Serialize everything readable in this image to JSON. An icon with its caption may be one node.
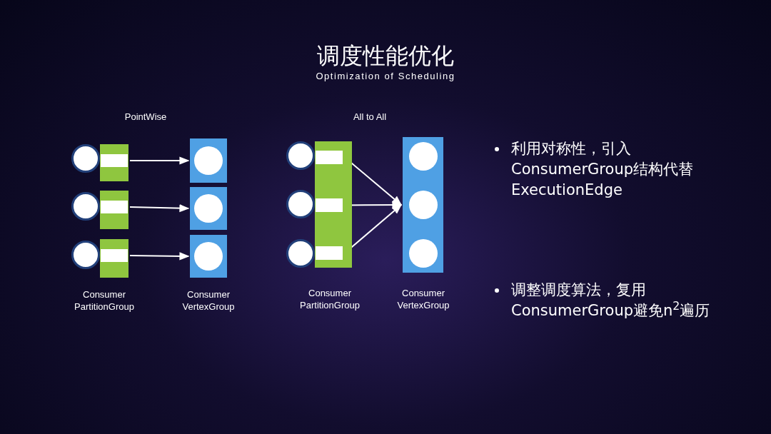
{
  "diagram": {
    "title": "调度性能优化",
    "nodes": [
      {
        "text": [],
        "shape": "circle"
      },
      {
        "text": [],
        "shape": "box"
      },
      {
        "text": [],
        "shape": "box",
        "in": 1
      },
      {
        "text": [],
        "shape": "box"
      },
      {
        "text": [],
        "shape": "circle",
        "in": 3
      },
      {
        "text": [],
        "shape": "circle"
      },
      {
        "text": [],
        "shape": "box"
      },
      {
        "text": [],
        "shape": "box",
        "in": 6
      },
      {
        "text": [],
        "shape": "box"
      },
      {
        "text": [],
        "shape": "circle",
        "in": 8
      },
      {
        "text": [],
        "shape": "circle"
      },
      {
        "text": [],
        "shape": "box"
      },
      {
        "text": [],
        "shape": "box",
        "in": 11
      },
      {
        "text": [],
        "shape": "box"
      },
      {
        "text": [],
        "shape": "circle",
        "in": 13
      },
      {
        "text": [],
        "shape": "circle"
      },
      {
        "text": [],
        "shape": "circle"
      },
      {
        "text": [],
        "shape": "circle"
      },
      {
        "text": [],
        "shape": "box"
      },
      {
        "text": [],
        "shape": "box",
        "in": 18
      },
      {
        "text": [],
        "shape": "box",
        "in": 18
      },
      {
        "text": [],
        "shape": "box",
        "in": 18
      },
      {
        "text": [],
        "shape": "box"
      },
      {
        "text": [],
        "shape": "circle",
        "in": 22
      },
      {
        "text": [],
        "shape": "circle",
        "in": 22
      },
      {
        "text": [],
        "shape": "circle",
        "in": 22
      }
    ],
    "edges": [
      {
        "from": 2,
        "to": 3,
        "arrow": "to"
      },
      {
        "from": 7,
        "to": 8,
        "arrow": "to"
      },
      {
        "from": 12,
        "to": 13,
        "arrow": "to"
      },
      {
        "from": 19,
        "to": 22,
        "arrow": "to"
      },
      {
        "from": 20,
        "to": 22,
        "arrow": "to"
      },
      {
        "from": 21,
        "to": 22,
        "arrow": "to"
      }
    ],
    "labels": [
      "Optimization of Scheduling",
      "PointWise",
      "All to All",
      "利用对称性，引入ConsumerGroup结构代替ExecutionEdge",
      "Consumer PartitionGroup",
      "Consumer VertexGroup",
      "Consumer PartitionGroup",
      "Consumer VertexGroup",
      "调整调度算法，复用ConsumerGroup避免n$^{2}$遍历"
    ]
  }
}
